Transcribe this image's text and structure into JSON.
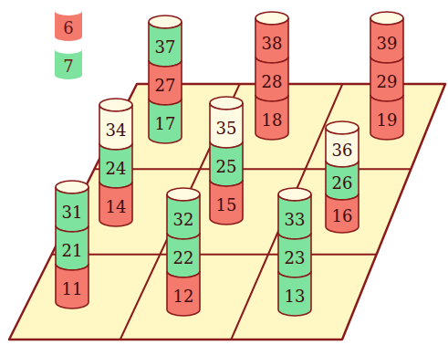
{
  "diagram": {
    "nodes": [
      {
        "text": [
          "37"
        ]
      },
      {
        "text": [
          "27"
        ]
      },
      {
        "text": [
          "17"
        ]
      },
      {
        "text": [
          "38"
        ]
      },
      {
        "text": [
          "28"
        ]
      },
      {
        "text": [
          "18"
        ]
      },
      {
        "text": [
          "39"
        ]
      },
      {
        "text": [
          "29"
        ]
      },
      {
        "text": [
          "19"
        ]
      },
      {
        "text": [
          "34"
        ]
      },
      {
        "text": [
          "24"
        ]
      },
      {
        "text": [
          "14"
        ]
      },
      {
        "text": [
          "35"
        ]
      },
      {
        "text": [
          "25"
        ]
      },
      {
        "text": [
          "15"
        ]
      },
      {
        "text": [
          "36"
        ]
      },
      {
        "text": [
          "26"
        ]
      },
      {
        "text": [
          "16"
        ]
      },
      {
        "text": [
          "31"
        ]
      },
      {
        "text": [
          "21"
        ]
      },
      {
        "text": [
          "11"
        ]
      },
      {
        "text": [
          "32"
        ]
      },
      {
        "text": [
          "22"
        ]
      },
      {
        "text": [
          "12"
        ]
      },
      {
        "text": [
          "33"
        ]
      },
      {
        "text": [
          "23"
        ]
      },
      {
        "text": [
          "13"
        ]
      }
    ],
    "legend": [
      {
        "text": "6",
        "color": "#f47a6e"
      },
      {
        "text": "7",
        "color": "#7ee39e"
      }
    ]
  }
}
